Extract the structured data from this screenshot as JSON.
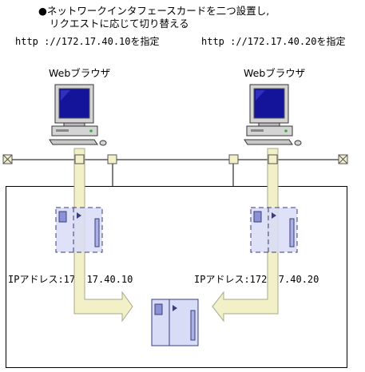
{
  "header": {
    "line1": "●ネットワークインタフェースカードを二つ設置し,",
    "line2": "リクエストに応じて切り替える"
  },
  "clients": [
    {
      "url_text": "http ://172.17.40.10を指定",
      "label": "Webブラウザ"
    },
    {
      "url_text": "http ://172.17.40.20を指定",
      "label": "Webブラウザ"
    }
  ],
  "nics": [
    {
      "ip_text": "IPアドレス:172.17.40.10"
    },
    {
      "ip_text": "IPアドレス:172.17.40.20"
    }
  ],
  "colors": {
    "arrow_fill": "#f2f0c6",
    "arrow_stroke": "#a8a78a",
    "device_fill": "#d8dcf6",
    "device_stroke": "#3a3f7a",
    "monitor_screen": "#14149a",
    "monitor_body": "#d4d4d4"
  }
}
